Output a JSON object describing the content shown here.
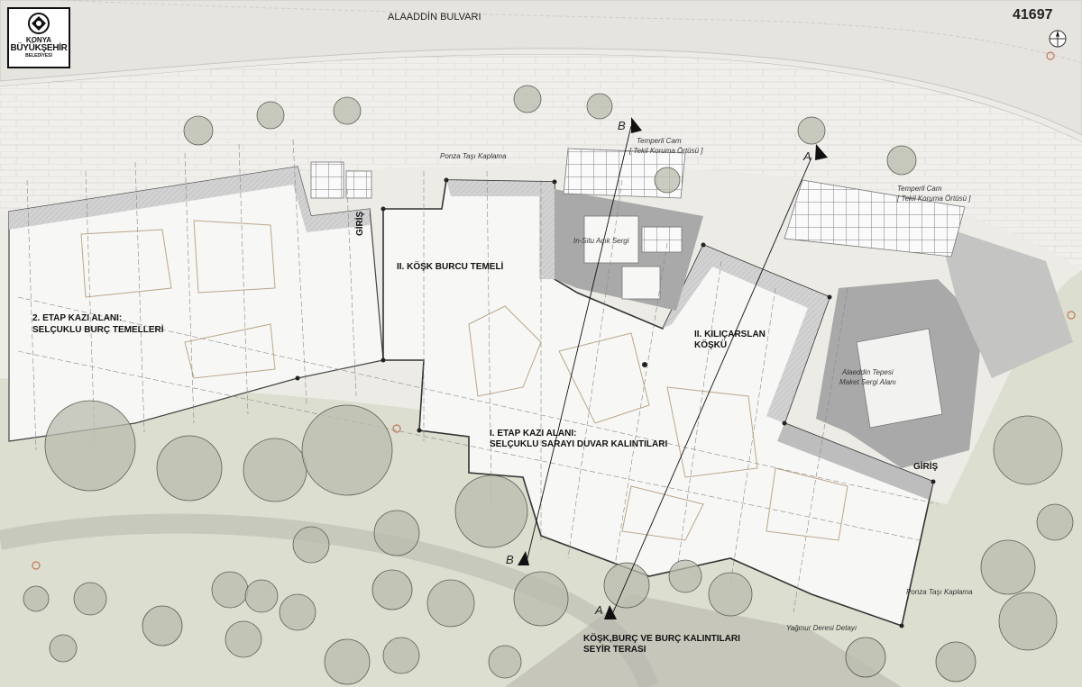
{
  "logo": {
    "line1": "KONYA",
    "line2": "BÜYÜKŞEHİR",
    "line3": "BELEDİYESİ"
  },
  "plan_number": "41697",
  "street_name": "ALAADDİN BULVARI",
  "labels": {
    "etap2_line1": "2. ETAP KAZI ALANI:",
    "etap2_line2": "SELÇUKLU BURÇ TEMELLERİ",
    "kosk_burcu": "II. KÖŞK BURCU TEMELİ",
    "etap1_line1": "I. ETAP KAZI ALANI:",
    "etap1_line2": "SELÇUKLU SARAYI DUVAR KALINTILARI",
    "kilicarslan_line1": "II. KILIÇARSLAN",
    "kilicarslan_line2": "KÖŞKÜ",
    "seyir_line1": "KÖŞK,BURÇ VE  BURÇ KALINTILARI",
    "seyir_line2": "SEYİR TERASI",
    "alaeddin_line1": "Alaeddin Tepesi",
    "alaeddin_line2": "Maket Sergi Alanı",
    "insitu": "In-Situ Açık Sergi",
    "cam1_line1": "Temperli Cam",
    "cam1_line2": "[ Tekil Koruma Örtüsü ]",
    "cam2_line1": "Temperli Cam",
    "cam2_line2": "[ Tekil Koruma Örtüsü ]",
    "ponza_top": "Ponza Taşı Kaplama",
    "ponza_right": "Ponza Taşı Kaplama",
    "yagmur": "Yağmur Deresi Detayı",
    "giris_left": "GİRİŞ",
    "giris_right": "GİRİŞ"
  },
  "section_markers": {
    "b_top": "B",
    "b_bottom": "B",
    "a_top": "A",
    "a_bottom": "A"
  },
  "colors": {
    "background": "#ecebe6",
    "road": "#e7e5e1",
    "paving": "#f1efec",
    "green_area": "#dcdfcf",
    "excavation": "#f7f7f5",
    "wall": "#a7a7a7",
    "tree_fill": "#b9bcae",
    "tree_stroke": "#5a5d52",
    "glass_grid": "#8a8a8a",
    "accent_ring": "#c4846a"
  }
}
